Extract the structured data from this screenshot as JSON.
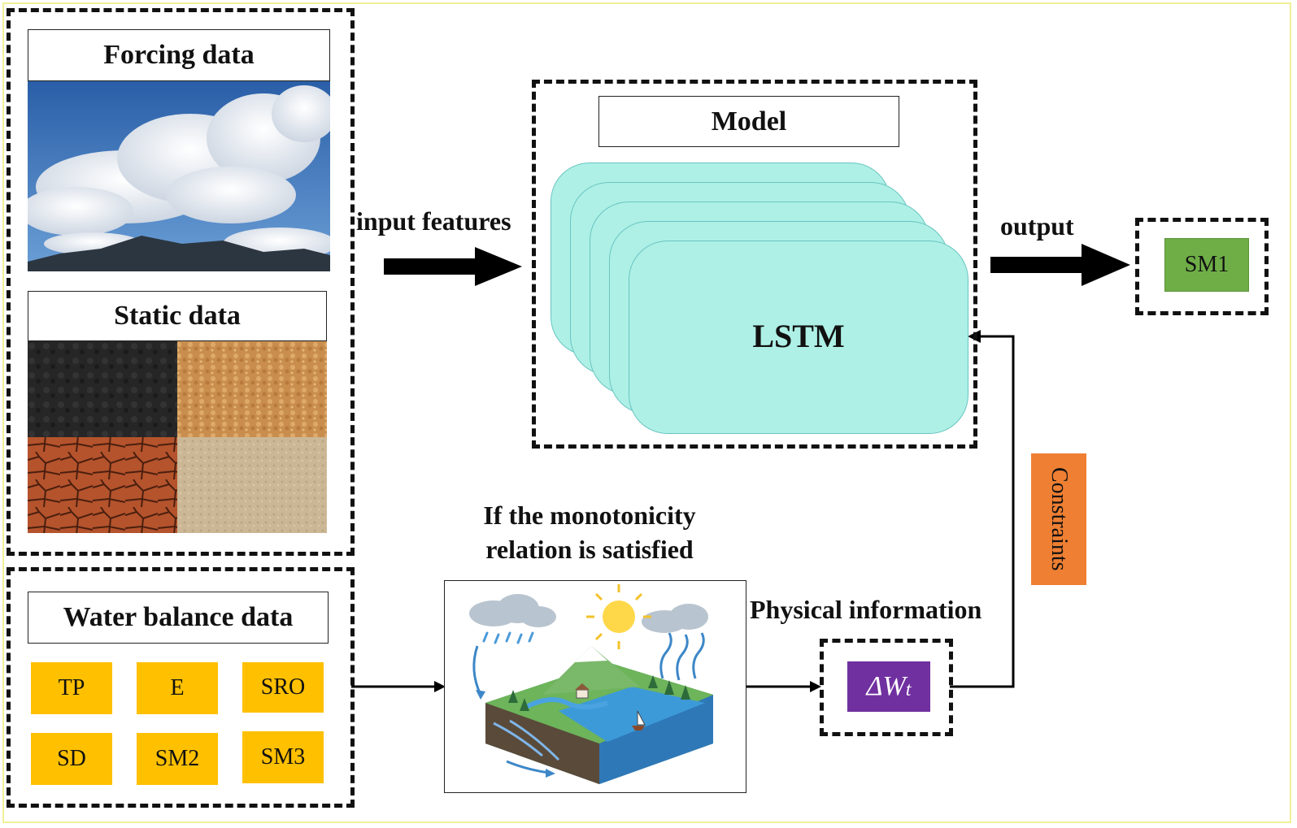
{
  "inputs": {
    "forcing_title": "Forcing data",
    "static_title": "Static data"
  },
  "water_balance": {
    "title": "Water balance data",
    "variables": [
      "TP",
      "E",
      "SRO",
      "SD",
      "SM2",
      "SM3"
    ],
    "chip_color": "#ffc000"
  },
  "model": {
    "title": "Model",
    "network": "LSTM",
    "layer_color": "#aef0e6"
  },
  "flow": {
    "input_label": "input features",
    "output_label": "output",
    "condition_line1": "If the monotonicity",
    "condition_line2": "relation is satisfied",
    "physical_label": "Physical information",
    "constraints_label": "Constraints",
    "constraints_color": "#ee7f33"
  },
  "output": {
    "target": "SM1",
    "target_color": "#6fae47"
  },
  "physics": {
    "delta_symbol": "ΔW",
    "delta_subscript": "t",
    "delta_color": "#7030a0"
  }
}
